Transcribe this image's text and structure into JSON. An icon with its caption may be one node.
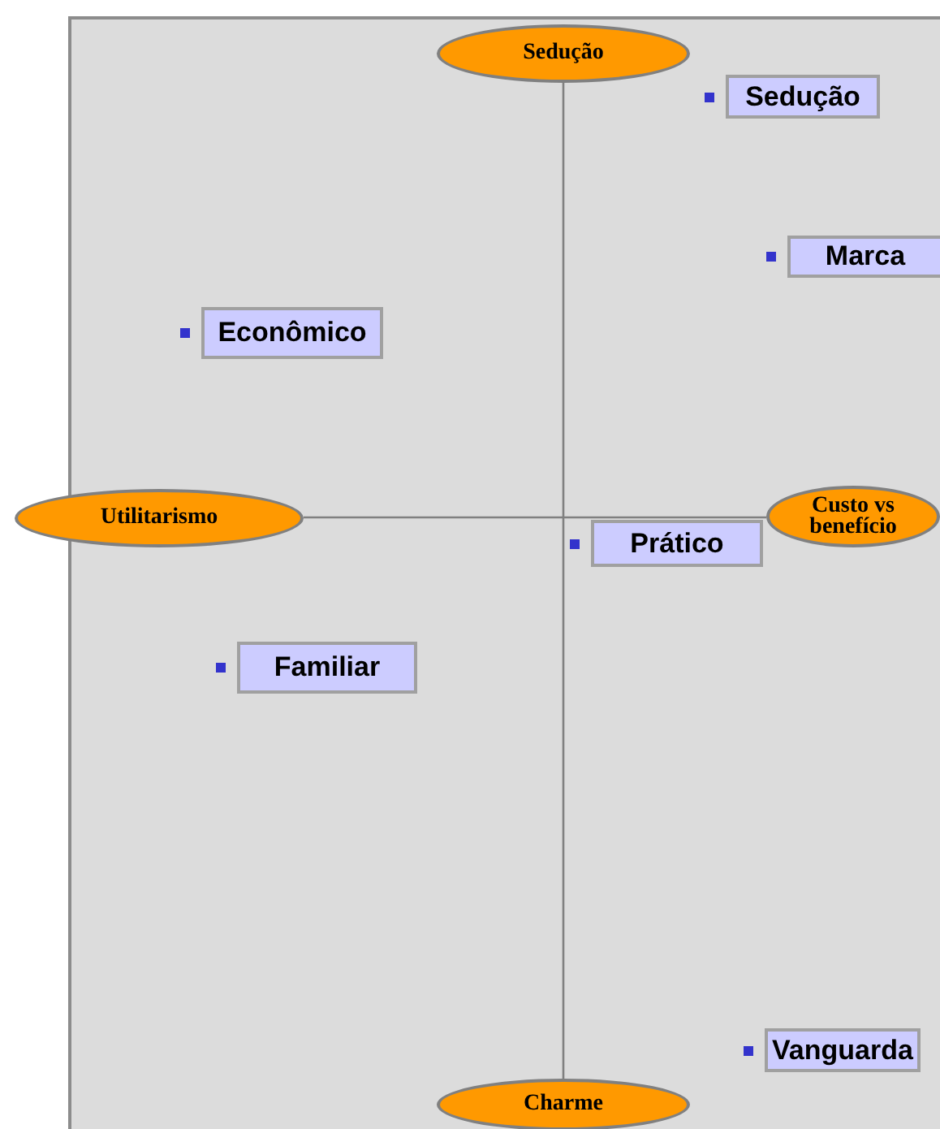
{
  "diagram": {
    "nodes": [
      {
        "text": [
          "Sedução"
        ]
      },
      {
        "text": [
          "Sedução"
        ]
      },
      {
        "text": [
          "Marca"
        ]
      },
      {
        "text": [
          "Econômico"
        ]
      },
      {
        "text": [
          "Utilitarismo"
        ]
      },
      {
        "text": [
          "Custo vs benefício"
        ]
      },
      {
        "text": [
          "Prático"
        ]
      },
      {
        "text": [
          "Familiar"
        ]
      },
      {
        "text": [
          "Vanguarda"
        ]
      },
      {
        "text": [
          "Charme"
        ]
      }
    ],
    "edges": [
      {
        "from": 0,
        "to": 9,
        "arrow": "none"
      },
      {
        "from": 4,
        "to": 5,
        "arrow": "none"
      }
    ]
  }
}
